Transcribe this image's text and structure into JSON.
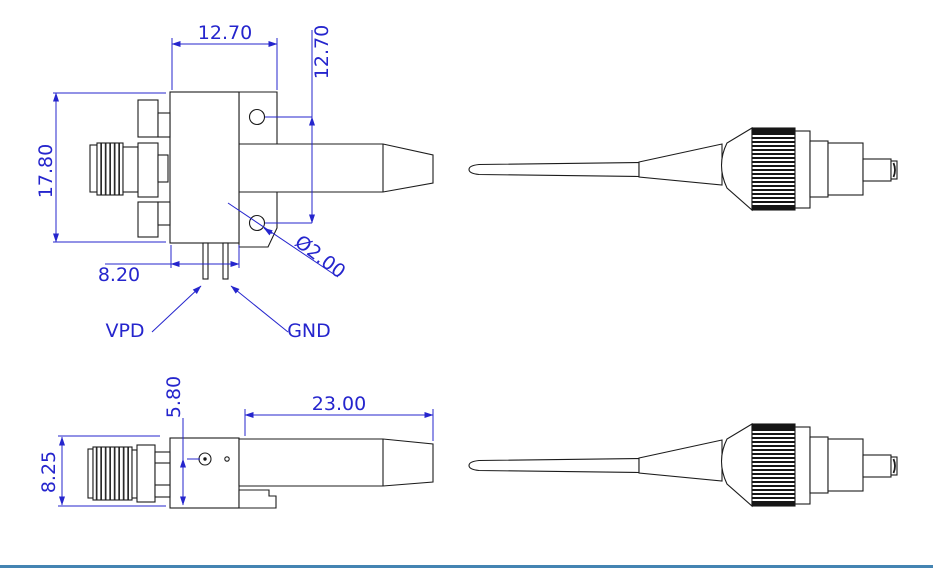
{
  "page": {
    "background": "#ffffff",
    "footer_rule_color": "#4484b2"
  },
  "drawing": {
    "dimension_color": "#2525cd",
    "line_color": "#1c1c1c",
    "front_view": {
      "dims": {
        "body_width_top": "12.70",
        "hole_spacing": "12.70",
        "overall_height": "17.80",
        "body_width_bottom": "8.20",
        "hole_diameter": "Ø2.00"
      },
      "pin_labels": {
        "left": "VPD",
        "right": "GND"
      }
    },
    "side_view": {
      "dims": {
        "connector_height": "8.25",
        "pin_to_base": "5.80",
        "snout_length": "23.00"
      }
    }
  }
}
